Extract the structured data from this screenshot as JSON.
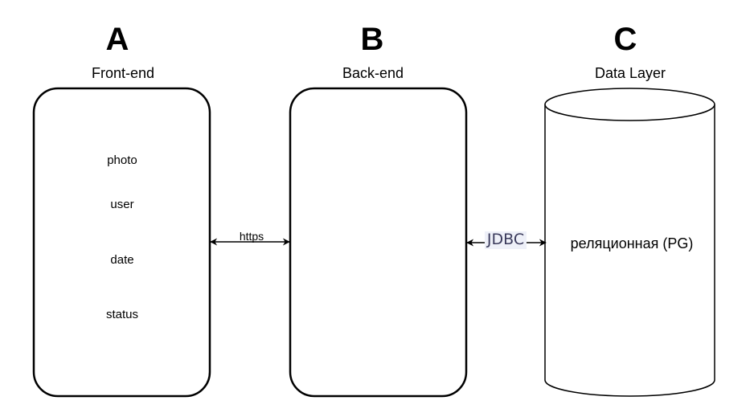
{
  "columns": [
    {
      "letter": "A",
      "caption": "Front-end",
      "fields": [
        "photo",
        "user",
        "date",
        "status"
      ]
    },
    {
      "letter": "B",
      "caption": "Back-end"
    },
    {
      "letter": "C",
      "caption": "Data Layer",
      "db_label": "реляционная (PG)"
    }
  ],
  "connections": [
    {
      "label": "https"
    },
    {
      "label": "JDBC"
    }
  ],
  "colors": {
    "stroke": "#000000",
    "background": "#ffffff",
    "jdbc_text": "#3b3b5c",
    "jdbc_bg": "#eef0f8"
  }
}
